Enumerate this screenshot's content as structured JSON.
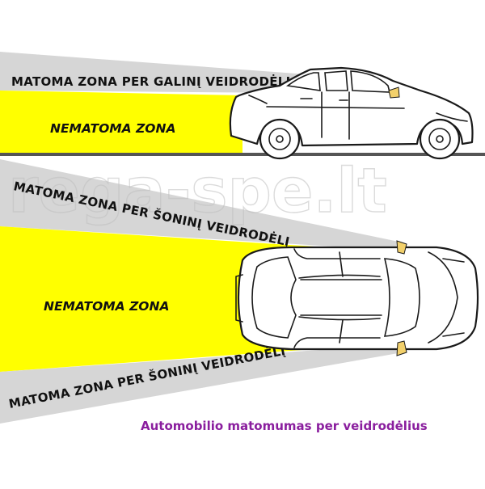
{
  "colors": {
    "visible_zone": "#d6d6d6",
    "blind_zone": "#ffff00",
    "ground": "#555555",
    "mirror": "#f2d06b",
    "caption": "#8a1e9e"
  },
  "side_view": {
    "visible_label": "MATOMA ZONA PER GALINĮ VEIDRODĖLĮ",
    "blind_label": "NEMATOMA ZONA"
  },
  "top_view": {
    "upper_visible_label": "MATOMA ZONA PER ŠONINĮ VEIDRODĖLĮ",
    "blind_label": "NEMATOMA ZONA",
    "lower_visible_label": "MATOMA ZONA PER ŠONINĮ VEIDRODĖLĮ"
  },
  "watermark": "rega-spe.lt",
  "caption": "Automobilio matomumas per veidrodėlius"
}
